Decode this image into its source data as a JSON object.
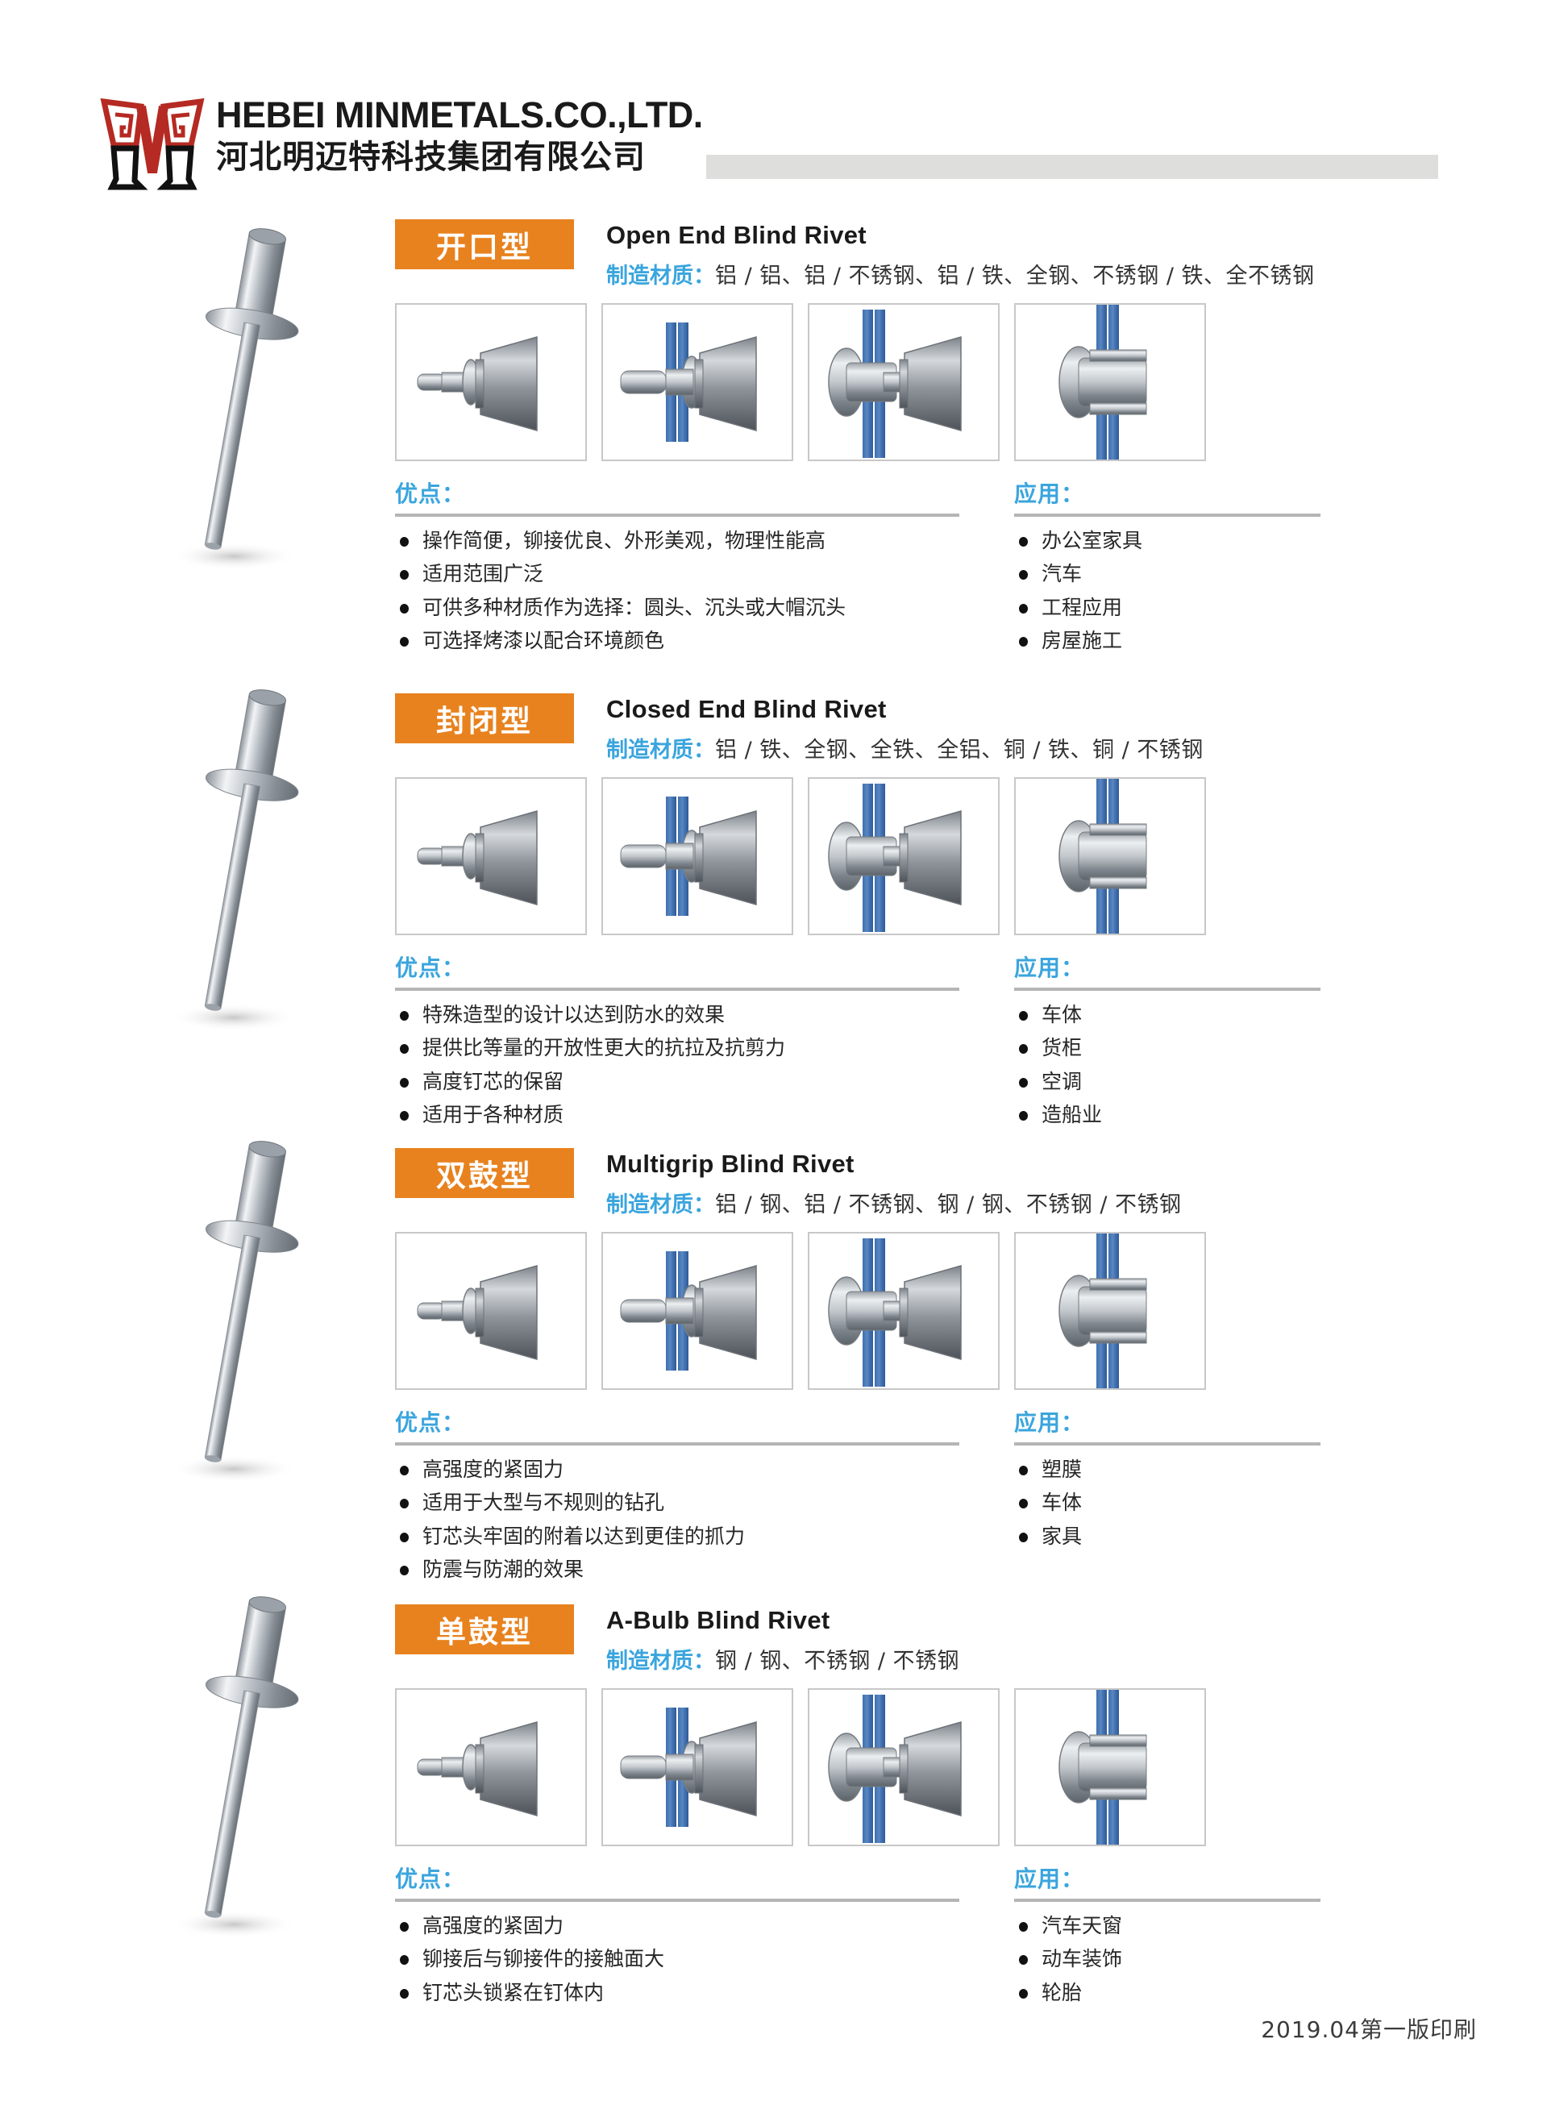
{
  "header": {
    "brand_en": "HEBEI MINMETALS.CO.,LTD.",
    "brand_cn": "河北明迈特科技集团有限公司",
    "logo_name": "minmetals-m-logo",
    "bar_color": "#dededd",
    "accent_orange": "#e8821e",
    "accent_blue": "#3aa5dd"
  },
  "labels": {
    "materials": "制造材质：",
    "advantages": "优点：",
    "applications": "应用："
  },
  "sections": [
    {
      "badge": "开口型",
      "title_en": "Open End Blind Rivet",
      "materials": "铝 / 铝、铝 / 不锈钢、铝 / 铁、全钢、不锈钢 / 铁、全不锈钢",
      "advantages": [
        "操作简便，铆接优良、外形美观，物理性能高",
        "适用范围广泛",
        "可供多种材质作为选择：圆头、沉头或大帽沉头",
        "可选择烤漆以配合环境颜色"
      ],
      "applications": [
        "办公室家具",
        "汽车",
        "工程应用",
        "房屋施工"
      ],
      "steps": [
        "step-rivet-loose",
        "step-rivet-inserted",
        "step-rivet-pulling",
        "step-rivet-set"
      ]
    },
    {
      "badge": "封闭型",
      "title_en": "Closed End Blind Rivet",
      "materials": "铝 / 铁、全钢、全铁、全铝、铜 / 铁、铜 / 不锈钢",
      "advantages": [
        "特殊造型的设计以达到防水的效果",
        "提供比等量的开放性更大的抗拉及抗剪力",
        "高度钉芯的保留",
        "适用于各种材质"
      ],
      "applications": [
        "车体",
        "货柜",
        "空调",
        "造船业"
      ],
      "steps": [
        "step-rivet-loose",
        "step-rivet-inserted",
        "step-rivet-pulling",
        "step-rivet-set"
      ]
    },
    {
      "badge": "双鼓型",
      "title_en": "Multigrip Blind Rivet",
      "materials": "铝 / 钢、铝 / 不锈钢、钢 / 钢、不锈钢 / 不锈钢",
      "advantages": [
        "高强度的紧固力",
        "适用于大型与不规则的钻孔",
        "钉芯头牢固的附着以达到更佳的抓力",
        "防震与防潮的效果"
      ],
      "applications": [
        "塑膜",
        "车体",
        "家具"
      ],
      "steps": [
        "step-rivet-loose",
        "step-rivet-inserted",
        "step-rivet-pulling",
        "step-rivet-set"
      ]
    },
    {
      "badge": "单鼓型",
      "title_en": "A-Bulb Blind Rivet",
      "materials": "钢 / 钢、不锈钢 / 不锈钢",
      "advantages": [
        "高强度的紧固力",
        "铆接后与铆接件的接触面大",
        "钉芯头锁紧在钉体内"
      ],
      "applications": [
        "汽车天窗",
        "动车装饰",
        "轮胎"
      ],
      "steps": [
        "step-rivet-loose",
        "step-rivet-inserted",
        "step-rivet-pulling",
        "step-rivet-set"
      ]
    }
  ],
  "footer": {
    "print_note": "2019.04第一版印刷"
  }
}
